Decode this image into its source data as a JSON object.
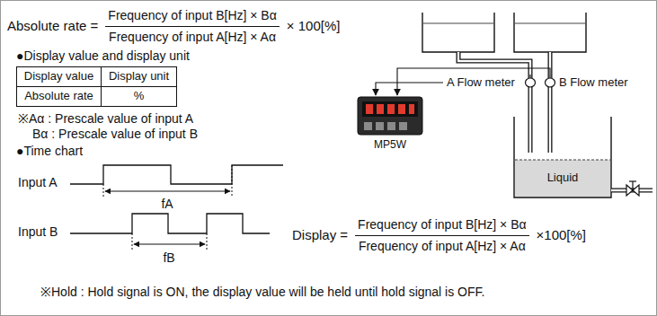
{
  "diagram": {
    "labels": [
      "Absolute rate =",
      "Frequency of input B[Hz] × Bα",
      "Frequency of input A[Hz] × Aα",
      "× 100[%]",
      "●Display value and display unit",
      "Display value",
      "Display unit",
      "Absolute rate",
      "%",
      "※Aα : Prescale value of input A",
      "Bα : Prescale value of input B",
      "●Time chart",
      "Input A",
      "fA",
      "Input B",
      "fB",
      "Display =",
      "Frequency of input B[Hz] × Bα",
      "Frequency of input A[Hz] × Aα",
      "×100[%]",
      "A Flow meter",
      "B Flow meter",
      "MP5W",
      "Liquid",
      "※Hold : Hold signal is ON, the display value will be held until hold signal is OFF."
    ]
  }
}
